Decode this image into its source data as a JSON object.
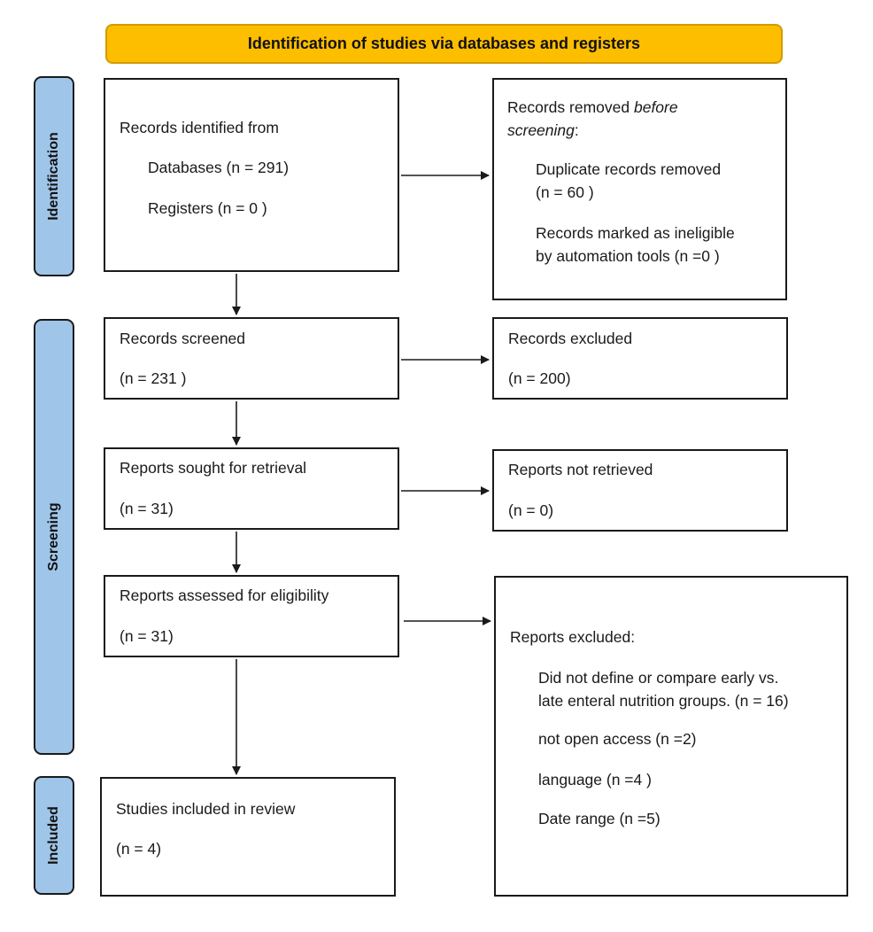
{
  "header": {
    "title": "Identification of studies via databases and registers"
  },
  "phases": {
    "identification": "Identification",
    "screening": "Screening",
    "included": "Included"
  },
  "identified": {
    "heading": "Records identified from",
    "databases": "Databases (n = 291)",
    "registers": "Registers (n = 0 )"
  },
  "removed": {
    "heading_start": "Records removed ",
    "heading_italic_1": "before",
    "heading_italic_2": "screening",
    "heading_end": ":",
    "duplicates_line1": "Duplicate records removed",
    "duplicates_line2": "(n = 60 )",
    "ineligible_line1": "Records marked as ineligible",
    "ineligible_line2": "by automation tools (n =0 )"
  },
  "screened": {
    "heading": "Records screened",
    "count": "(n = 231 )"
  },
  "excluded_records": {
    "heading": "Records excluded",
    "count": "(n = 200)"
  },
  "sought": {
    "heading": "Reports sought for retrieval",
    "count": "(n = 31)"
  },
  "not_retrieved": {
    "heading": "Reports not retrieved",
    "count": "(n = 0)"
  },
  "assessed": {
    "heading": "Reports assessed for eligibility",
    "count": "(n = 31)"
  },
  "reports_excluded": {
    "heading": "Reports excluded:",
    "reason1_line1": "Did not define or compare early vs.",
    "reason1_line2": "late enteral nutrition groups. (n = 16)",
    "reason2": "not open access (n =2)",
    "reason3": "language (n =4 )",
    "reason4": "Date range (n =5)"
  },
  "included": {
    "heading": "Studies included in review",
    "count": "(n = 4)"
  },
  "colors": {
    "banner": "#fdbe00",
    "phase": "#9fc5e8",
    "stroke": "#1a1a1a"
  }
}
